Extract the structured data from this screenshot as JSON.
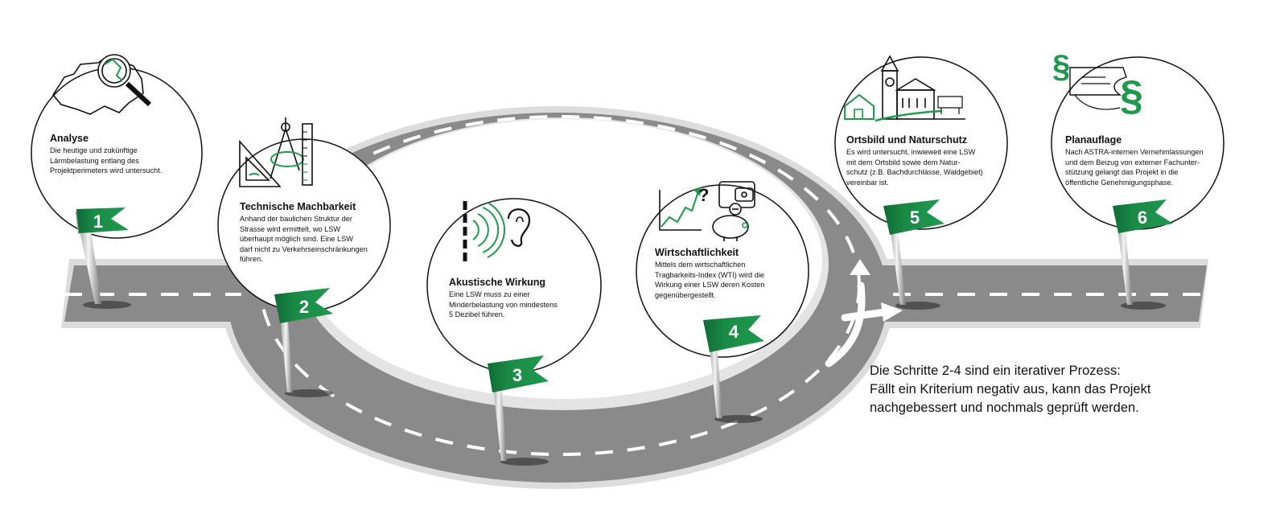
{
  "colors": {
    "road": "#8a8a8a",
    "road_edge": "#d7d7d7",
    "flag_green": "#1a8a46",
    "icon_green": "#1f9a4c",
    "dash": "#ffffff"
  },
  "steps": [
    {
      "number": "1",
      "title": "Analyse",
      "description": "Die heutige und zukünftige\nLärmbelastung entlang des\nProjektperimeters wird untersucht.",
      "icon": "switzerland-map-magnifier-icon"
    },
    {
      "number": "2",
      "title": "Technische Machbarkeit",
      "description": "Anhand der baulichen Struktur der\nStrasse wird ermittelt, wo LSW\nüberhaupt möglich sind. Eine LSW\ndarf nicht zu Verkehrseinschränkungen\nführen.",
      "icon": "drafting-tools-icon"
    },
    {
      "number": "3",
      "title": "Akustische Wirkung",
      "description": "Eine LSW muss zu einer\nMinderbelastung von mindestens\n5 Dezibel führen.",
      "icon": "noise-wall-ear-icon"
    },
    {
      "number": "4",
      "title": "Wirtschaftlichkeit",
      "description": "Mittels dem wirtschaftlichen\nTragbarkeits-Index (WTI) wird die\nWirkung einer LSW deren Kosten\ngegenübergestellt.",
      "icon": "economics-icon"
    },
    {
      "number": "5",
      "title": "Ortsbild und Naturschutz",
      "description": "Es wird untersucht, inwieweit eine LSW\nmit dem Ortsbild sowie dem Natur-\nschutz (z.B. Bachdurchlässe, Waldgebiet)\nvereinbar ist.",
      "icon": "village-nature-icon"
    },
    {
      "number": "6",
      "title": "Planauflage",
      "description": "Nach ASTRA-internen Vernehmlassungen\nund dem Beizug von externer Fachunter-\nstützung gelangt das Projekt in die\nöffentliche Genehmigungsphase.",
      "icon": "paragraph-document-icon"
    }
  ],
  "note": "Die Schritte 2-4 sind ein iterativer Prozess:\nFällt ein Kriterium negativ aus, kann das Projekt\nnachgebessert und nochmals geprüft werden."
}
